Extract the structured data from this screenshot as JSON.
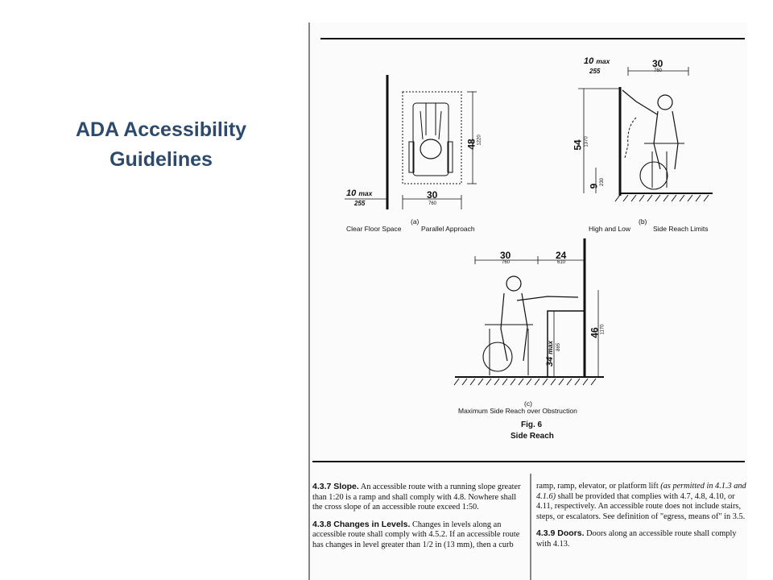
{
  "slide": {
    "title_line1": "ADA Accessibility",
    "title_line2": "Guidelines",
    "title_color": "#2e4a6b"
  },
  "figure": {
    "panel_a": {
      "letter": "(a)",
      "caption_left": "Clear Floor Space",
      "caption_right": "Parallel Approach",
      "dim_10": "10",
      "dim_10_suffix": "max",
      "dim_255": "255",
      "dim_30": "30",
      "dim_760": "760",
      "dim_48": "48",
      "dim_1220": "1220"
    },
    "panel_b": {
      "letter": "(b)",
      "caption_left": "High and Low",
      "caption_right": "Side Reach Limits",
      "dim_10": "10",
      "dim_10_suffix": "max",
      "dim_255": "255",
      "dim_30": "30",
      "dim_760": "760",
      "dim_54": "54",
      "dim_1370": "1370",
      "dim_9": "9",
      "dim_230": "230"
    },
    "panel_c": {
      "letter": "(c)",
      "caption": "Maximum Side Reach over Obstruction",
      "dim_30": "30",
      "dim_760": "760",
      "dim_24": "24",
      "dim_610": "610",
      "dim_34": "34",
      "dim_34_suffix": "max",
      "dim_865": "865",
      "dim_46": "46",
      "dim_1170": "1170"
    },
    "fig_number": "Fig. 6",
    "fig_title": "Side Reach"
  },
  "text": {
    "s437_heading": "4.3.7 Slope.",
    "s437_body": "An accessible route with a running slope greater than 1:20 is a ramp and shall comply with 4.8. Nowhere shall the cross slope of an accessible route exceed 1:50.",
    "s438_heading": "4.3.8 Changes in Levels.",
    "s438_body": "Changes in levels along an accessible route shall comply with 4.5.2. If an accessible route has changes in level greater than 1/2 in (13 mm), then a curb",
    "right_body_a": "ramp, ramp, elevator, or platform lift",
    "right_body_italic": "(as permitted in 4.1.3 and 4.1.6)",
    "right_body_b": "shall be provided that complies with 4.7, 4.8, 4.10, or 4.11, respectively. An accessible route does not include stairs, steps, or escalators. See definition of \"egress, means of\" in 3.5.",
    "s439_heading": "4.3.9 Doors.",
    "s439_body": "Doors along an accessible route shall comply with 4.13."
  }
}
